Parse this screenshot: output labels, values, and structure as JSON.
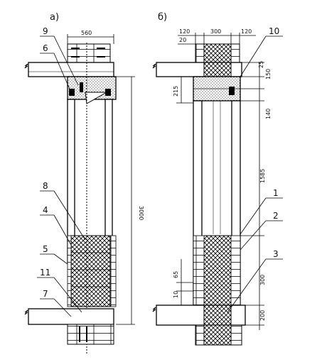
{
  "panels": {
    "a": "а)",
    "b": "б)"
  },
  "callouts": [
    "1",
    "2",
    "3",
    "4",
    "5",
    "6",
    "7",
    "8",
    "9",
    "10",
    "11"
  ],
  "dimensions": {
    "a_width": "560",
    "b_left": "120",
    "b_mid": "300",
    "b_right": "120",
    "b_small": "20",
    "height_total": "3000",
    "r25": "25",
    "r150": "150",
    "r215": "215",
    "r140": "140",
    "r1585": "1585",
    "r300": "300",
    "r200": "200",
    "l65": "65",
    "l10": "10"
  }
}
